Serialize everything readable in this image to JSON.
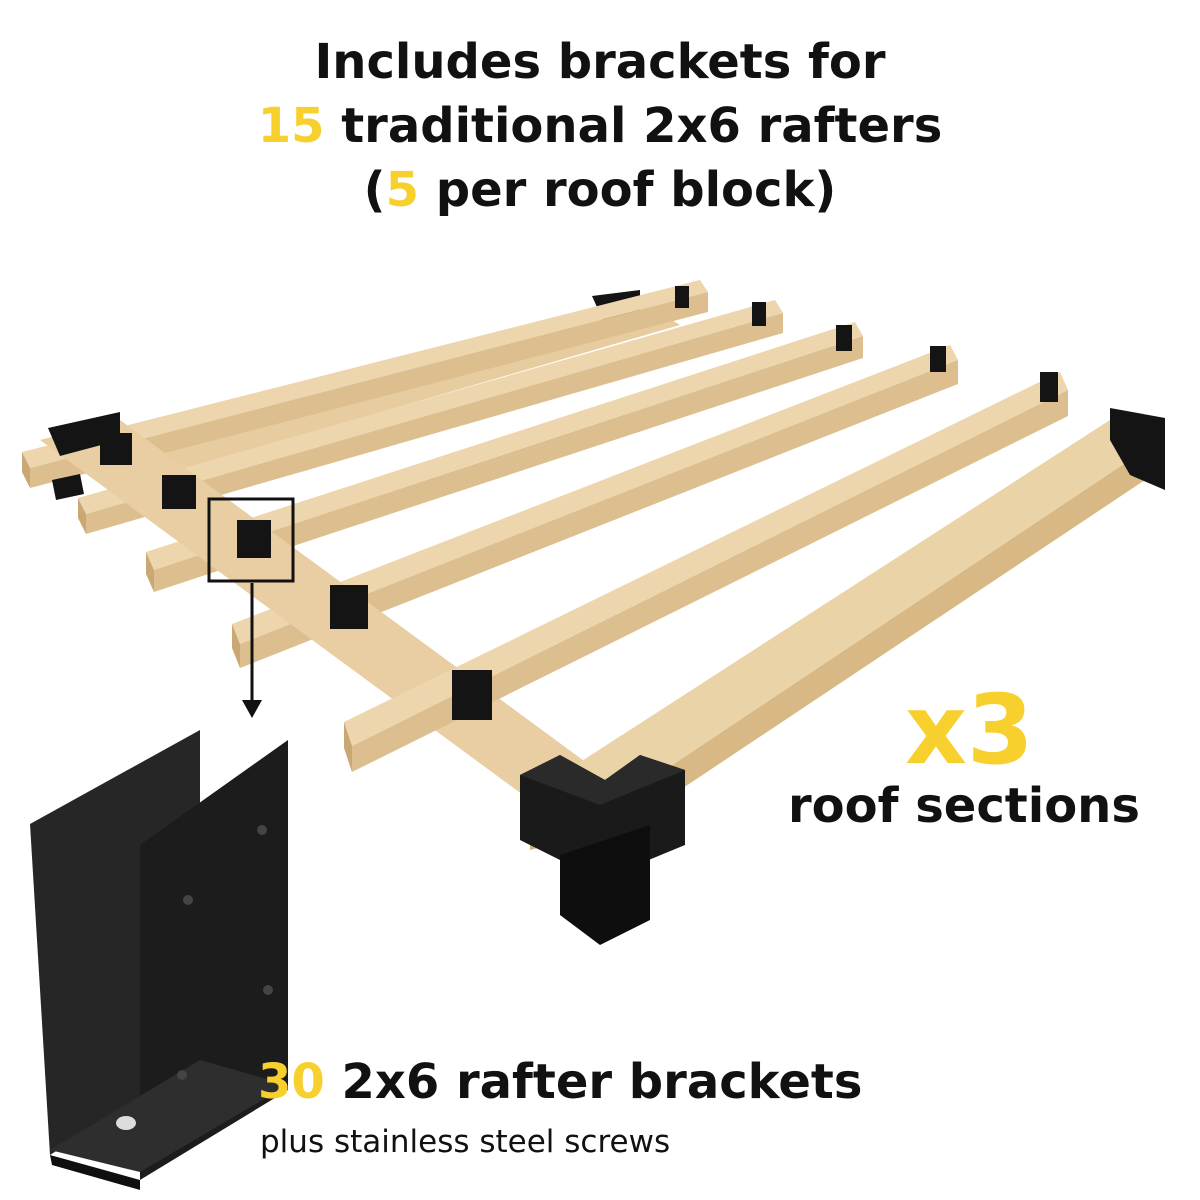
{
  "headline": {
    "line1": "Includes brackets for",
    "line2_number": "15",
    "line2_text": " traditional 2x6 rafters",
    "line3_open": "(",
    "line3_number": "5",
    "line3_text": " per roof block)"
  },
  "multiplier": {
    "value": "x3",
    "label": "roof sections"
  },
  "bracket_count": {
    "number": "30",
    "text": " 2x6 rafter brackets",
    "subtext": "plus stainless steel screws"
  },
  "colors": {
    "accent": "#F8D02E",
    "text": "#111111",
    "wood_light": "#E9CFA4",
    "wood_mid": "#D9BA88",
    "wood_dark": "#C7A672",
    "bracket": "#141414"
  },
  "icons": [
    "rafter-bracket-icon",
    "down-arrow-icon"
  ]
}
